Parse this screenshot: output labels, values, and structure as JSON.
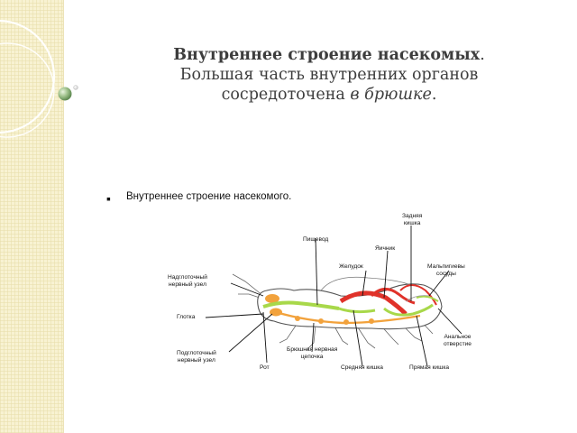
{
  "heading": {
    "title_bold": "Внутреннее строение насекомых",
    "title_after_bold": ".",
    "line2": "Большая часть внутренних органов",
    "line3_before": "сосредоточена",
    "line3_italic": "в брюшке",
    "line3_after": "."
  },
  "bullet": {
    "marker": "▪",
    "caption": "Внутреннее строение насекомого."
  },
  "diagram": {
    "labels": {
      "hindgut_1": "Задняя",
      "hindgut_2": "кишка",
      "esophagus": "Пищевод",
      "ovary": "Яичник",
      "stomach": "Желудок",
      "malpighian_1": "Мальпигиевы",
      "malpighian_2": "сосуды",
      "supra_ganglion_1": "Надглоточный",
      "supra_ganglion_2": "нервный узел",
      "pharynx": "Глотка",
      "sub_ganglion_1": "Подглоточный",
      "sub_ganglion_2": "нервный узел",
      "mouth": "Рот",
      "nerve_chain_1": "Брюшная нервная",
      "nerve_chain_2": "цепочка",
      "midgut": "Средняя кишка",
      "rectum": "Прямая кишка",
      "anus_1": "Анальное",
      "anus_2": "отверстие"
    },
    "colors": {
      "outline": "#555555",
      "nervous": "#f2a23c",
      "gut": "#e0322a",
      "midgut": "#a8d84a",
      "leader": "#111111"
    }
  }
}
